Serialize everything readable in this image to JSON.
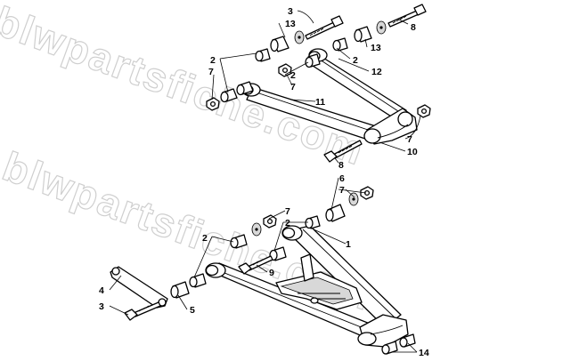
{
  "watermark": "blwpartsfiche.com",
  "callouts": {
    "c3_top": "3",
    "c8_top": "8",
    "c13_a": "13",
    "c13_b": "13",
    "c2_left": "2",
    "c7_left": "7",
    "c2_mid": "2",
    "c7_mid": "7",
    "c2_right": "2",
    "c12": "12",
    "c11": "11",
    "c7_right": "7",
    "c10": "10",
    "c8_bottom": "8",
    "c6": "6",
    "c7_lower_right": "7",
    "c7_lower_mid": "7",
    "c2_lower_mid": "2",
    "c2_lower_left": "2",
    "c1": "1",
    "c9": "9",
    "c4": "4",
    "c3_bottom": "3",
    "c5": "5",
    "c14": "14"
  }
}
